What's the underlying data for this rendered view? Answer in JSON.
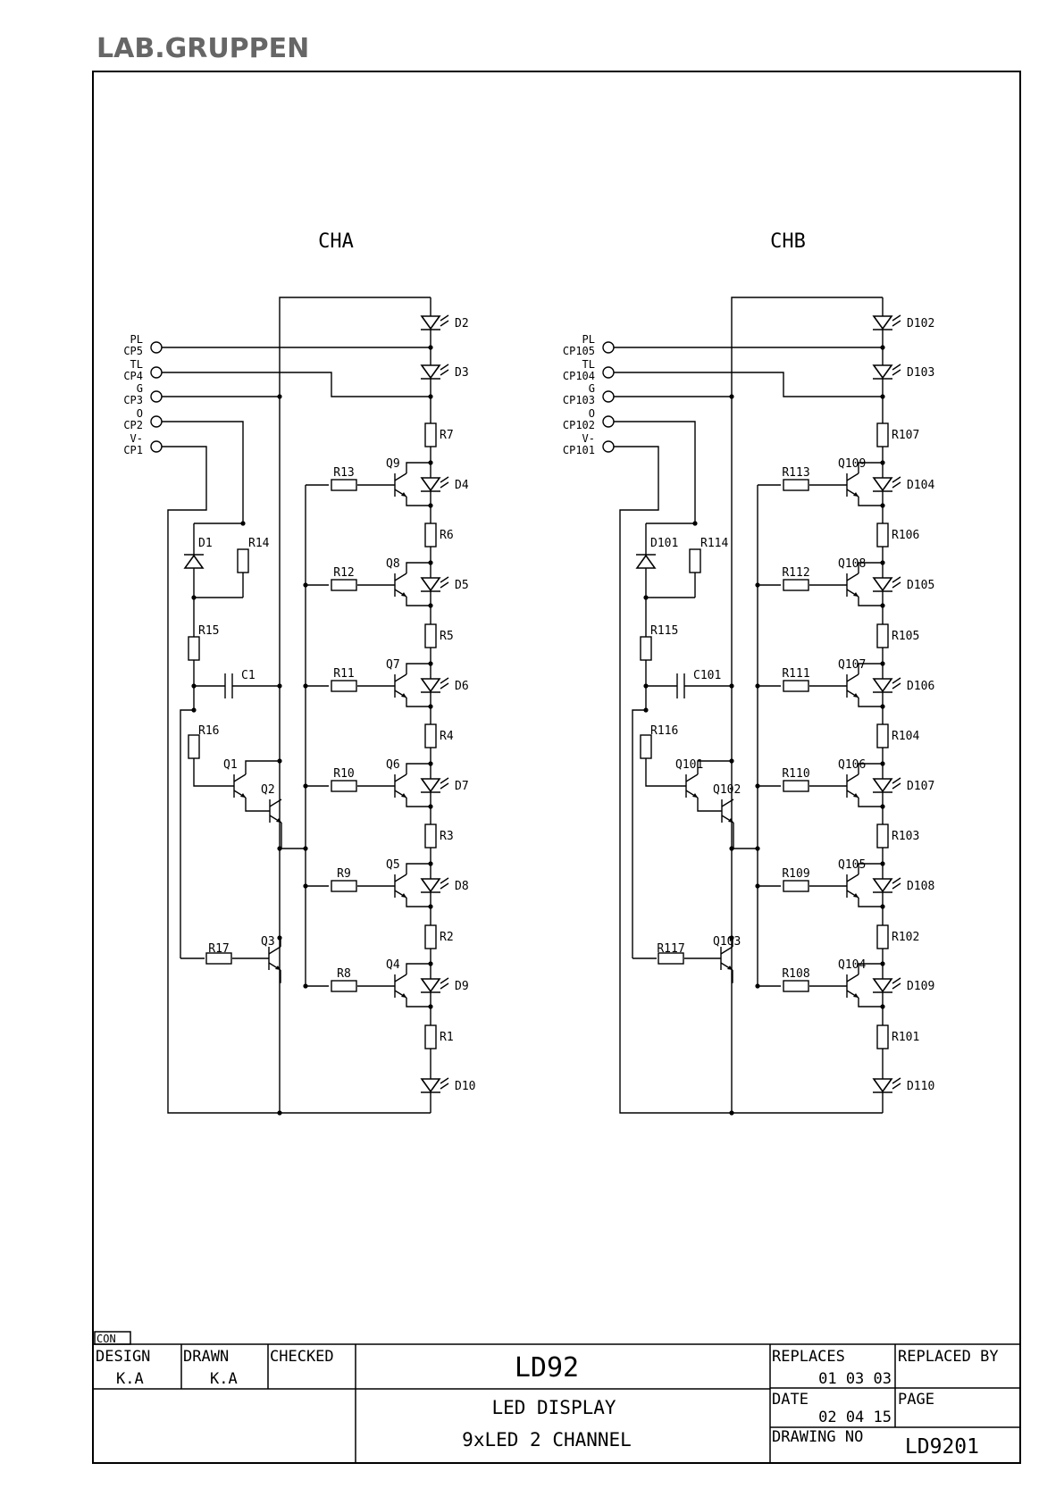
{
  "logo": "LAB.GRUPPEN",
  "colors": {
    "ink": "#000000",
    "logo": "#666666"
  },
  "channels": [
    {
      "title": "CHA",
      "connectors": [
        {
          "sig": "PL",
          "pin": "CP5"
        },
        {
          "sig": "TL",
          "pin": "CP4"
        },
        {
          "sig": "G",
          "pin": "CP3"
        },
        {
          "sig": "O",
          "pin": "CP2"
        },
        {
          "sig": "V-",
          "pin": "CP1"
        }
      ],
      "leds": [
        "D2",
        "D3",
        "D4",
        "D5",
        "D6",
        "D7",
        "D8",
        "D9",
        "D10"
      ],
      "series_resistors": [
        "R7",
        "R6",
        "R5",
        "R4",
        "R3",
        "R2",
        "R1"
      ],
      "transistors": [
        "Q9",
        "Q8",
        "Q7",
        "Q6",
        "Q5",
        "Q4"
      ],
      "base_resistors": [
        "R13",
        "R12",
        "R11",
        "R10",
        "R9",
        "R8"
      ],
      "d1": "D1",
      "r14": "R14",
      "r15": "R15",
      "c1": "C1",
      "r16": "R16",
      "q1": "Q1",
      "q2": "Q2",
      "q3": "Q3",
      "r17": "R17"
    },
    {
      "title": "CHB",
      "connectors": [
        {
          "sig": "PL",
          "pin": "CP105"
        },
        {
          "sig": "TL",
          "pin": "CP104"
        },
        {
          "sig": "G",
          "pin": "CP103"
        },
        {
          "sig": "O",
          "pin": "CP102"
        },
        {
          "sig": "V-",
          "pin": "CP101"
        }
      ],
      "leds": [
        "D102",
        "D103",
        "D104",
        "D105",
        "D106",
        "D107",
        "D108",
        "D109",
        "D110"
      ],
      "series_resistors": [
        "R107",
        "R106",
        "R105",
        "R104",
        "R103",
        "R102",
        "R101"
      ],
      "transistors": [
        "Q109",
        "Q108",
        "Q107",
        "Q106",
        "Q105",
        "Q104"
      ],
      "base_resistors": [
        "R113",
        "R112",
        "R111",
        "R110",
        "R109",
        "R108"
      ],
      "d1": "D101",
      "r14": "R114",
      "r15": "R115",
      "c1": "C101",
      "r16": "R116",
      "q1": "Q101",
      "q2": "Q102",
      "q3": "Q103",
      "r17": "R117"
    }
  ],
  "title_block": {
    "con_label": "CON",
    "design_label": "DESIGN",
    "design": "K.A",
    "drawn_label": "DRAWN",
    "drawn": "K.A",
    "checked_label": "CHECKED",
    "model": "LD92",
    "replaces_label": "REPLACES",
    "replaces": "01 03 03",
    "replaced_by_label": "REPLACED BY",
    "title_line1": "LED DISPLAY",
    "title_line2": "9xLED 2 CHANNEL",
    "date_label": "DATE",
    "date": "02 04 15",
    "page_label": "PAGE",
    "drawing_no_label": "DRAWING NO",
    "drawing_no": "LD9201"
  }
}
